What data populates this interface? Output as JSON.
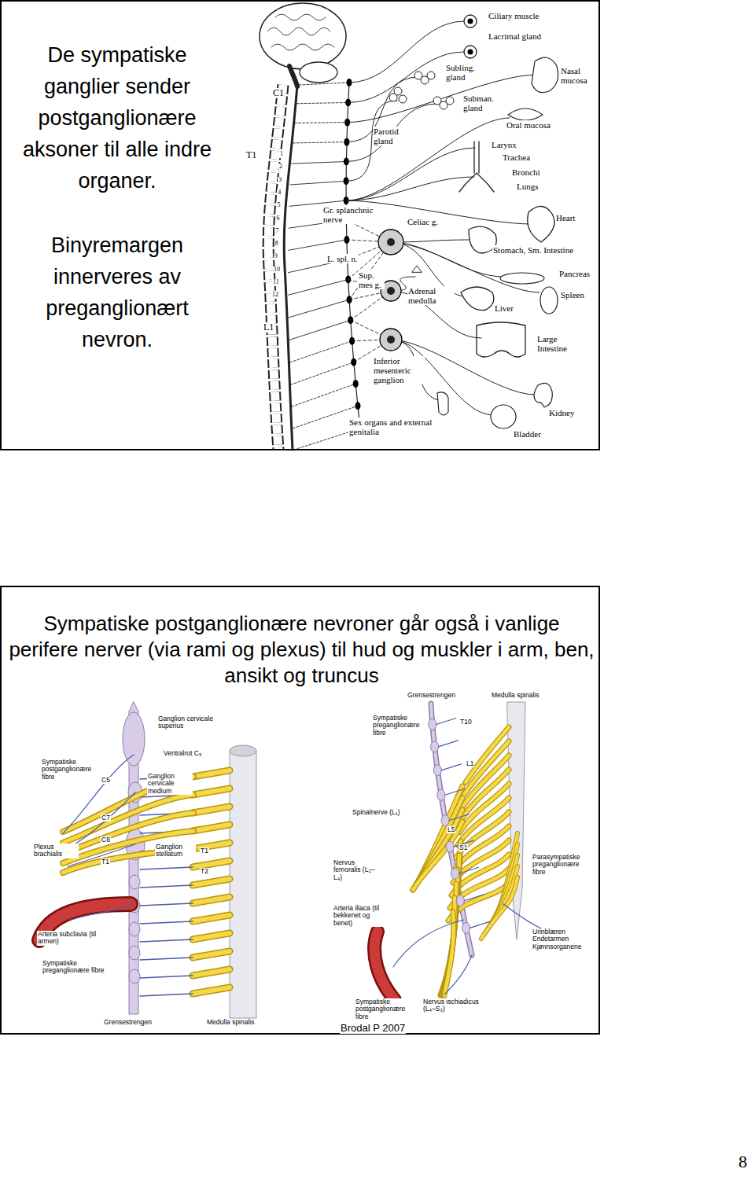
{
  "diagram": {
    "nodes": [
      {
        "text": [
          "De sympatiske ganglier sender postganglionære aksoner til alle indre organer.",
          "Binyremargen innerveres av preganglionært nevron."
        ]
      },
      {
        "text": [
          "Sympatiske postganglionære nevroner går også i vanlige perifere nerver (via rami og plexus) til hud og muskler i arm, ben, ansikt og truncus"
        ]
      }
    ],
    "labels": [
      "Ciliary muscle",
      "Lacrimal gland",
      "Nasal mucosa",
      "Subling. gland",
      "Subman. gland",
      "Parotid gland",
      "Oral mucosa",
      "Larynx",
      "Trachea",
      "Bronchi",
      "Lungs",
      "Heart",
      "Stomach, Sm. Intestine",
      "Pancreas",
      "Spleen",
      "Liver",
      "Large Intestine",
      "Kidney",
      "Bladder",
      "Sex organs and external genitalia",
      "Gr. splanchnic nerve",
      "L. spl. n.",
      "Sup. mes g.",
      "Celiac g.",
      "Adrenal medulla",
      "Inferior mesenteric ganglion",
      "C1",
      "T1",
      "L1",
      "1",
      "2",
      "3",
      "4",
      "5",
      "6",
      "7",
      "8",
      "9",
      "10",
      "11",
      "12",
      "Ganglion cervicale superius",
      "Ventralrot C₅",
      "Sympatiske postganglionære fibre",
      "Ganglion cervicale medium",
      "C5",
      "C7",
      "C8",
      "Plexus brachialis",
      "Ganglion stellatum",
      "T1",
      "T1",
      "T2",
      "Arteria subclavia (til armen)",
      "Sympatiske preganglionære fibre",
      "Grensestrengen",
      "Medulla spinalis",
      "Grensestrengen",
      "Medulla spinalis",
      "Sympatiske preganglionære fibre",
      "T10",
      "L1",
      "Spinalnerve (L₁)",
      "L5",
      "S1",
      "Parasympatiske preganglionære fibre",
      "Nervus femoralis (L₂–L₄)",
      "Arteria iliaca (til bekkenet og benet)",
      "Urinblæren Endetarmen Kjønnsorganene",
      "Sympatiske postganglionære fibre",
      "Nervus ischiadicus (L₄–S₃)",
      "Brodal P 2007",
      "8"
    ]
  }
}
